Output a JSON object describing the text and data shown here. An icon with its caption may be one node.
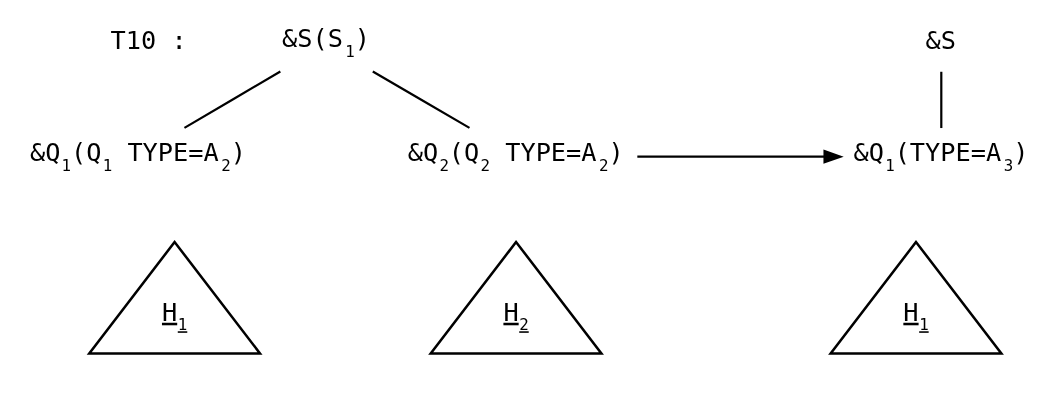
{
  "diagram": {
    "nodes": [
      {
        "text": [
          "&S(S$_{1}$)"
        ]
      },
      {
        "text": [
          "&Q$_{1}$(Q$_{1}$ TYPE=A$_{2}$)"
        ]
      },
      {
        "text": [
          "&Q$_{2}$(Q$_{2}$ TYPE=A$_{2}$)"
        ]
      },
      {
        "text": [
          "H$_{1}$"
        ]
      },
      {
        "text": [
          "H$_{2}$"
        ]
      },
      {
        "text": [
          "&S"
        ]
      },
      {
        "text": [
          "&Q$_{1}$(TYPE=A$_{3}$)"
        ]
      },
      {
        "text": [
          "H$_{1}$"
        ]
      }
    ],
    "edges": [
      {
        "from": 0,
        "to": 1,
        "arrow": "none"
      },
      {
        "from": 0,
        "to": 2,
        "arrow": "none"
      },
      {
        "from": 5,
        "to": 6,
        "arrow": "none"
      },
      {
        "from": 2,
        "to": 6,
        "arrow": "to"
      }
    ],
    "labels": [
      "T10 :"
    ]
  }
}
